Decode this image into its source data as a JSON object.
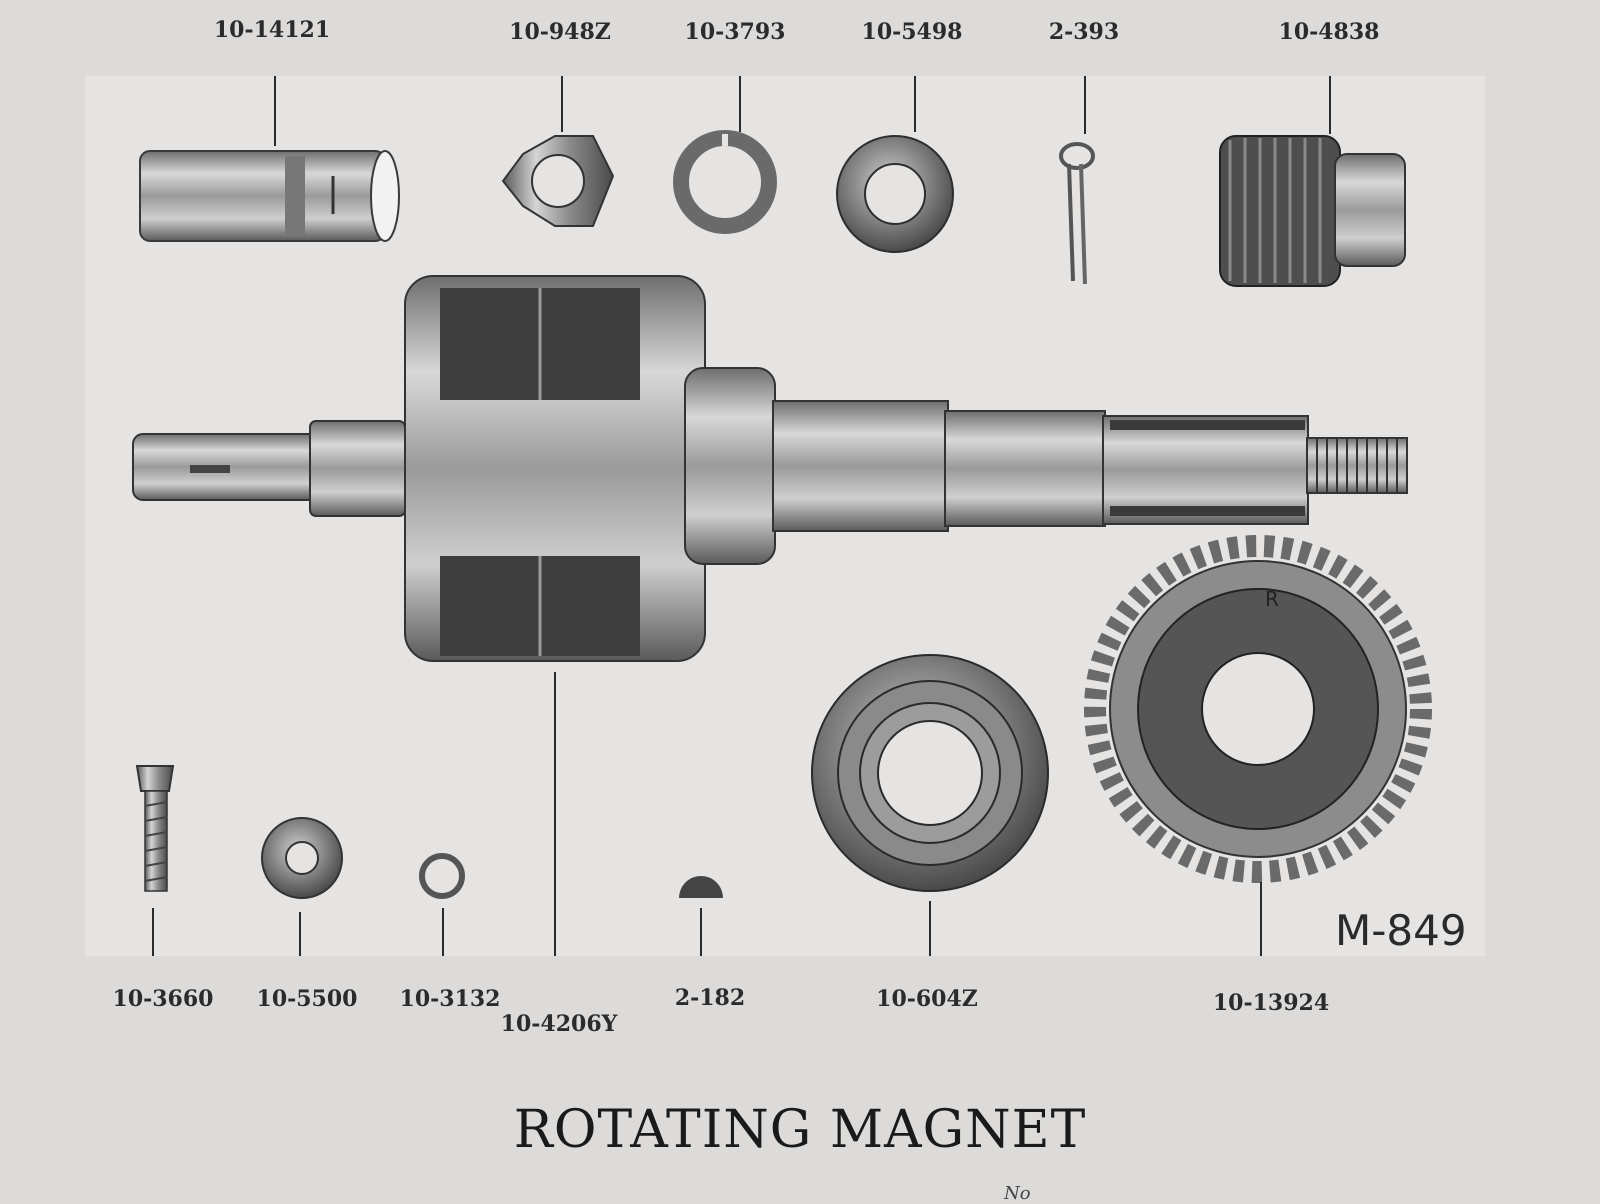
{
  "document": {
    "title": "ROTATING MAGNET",
    "figure_number": "M-849",
    "footer_text": "No"
  },
  "parts": {
    "top": [
      {
        "id": "sleeve",
        "number": "10-14121"
      },
      {
        "id": "castle-nut",
        "number": "10-948Z"
      },
      {
        "id": "lock-washer",
        "number": "10-3793"
      },
      {
        "id": "washer",
        "number": "10-5498"
      },
      {
        "id": "cotter-pin",
        "number": "2-393"
      },
      {
        "id": "pinion",
        "number": "10-4838"
      }
    ],
    "center": [
      {
        "id": "rotor-shaft",
        "number": "10-4206Y"
      }
    ],
    "bottom": [
      {
        "id": "screw",
        "number": "10-3660"
      },
      {
        "id": "small-washer",
        "number": "10-5500"
      },
      {
        "id": "snap-ring",
        "number": "10-3132"
      },
      {
        "id": "woodruff-key",
        "number": "2-182"
      },
      {
        "id": "ball-bearing",
        "number": "10-604Z"
      },
      {
        "id": "gear",
        "number": "10-13924"
      }
    ]
  },
  "annotations": {
    "gear_mark": "R"
  }
}
